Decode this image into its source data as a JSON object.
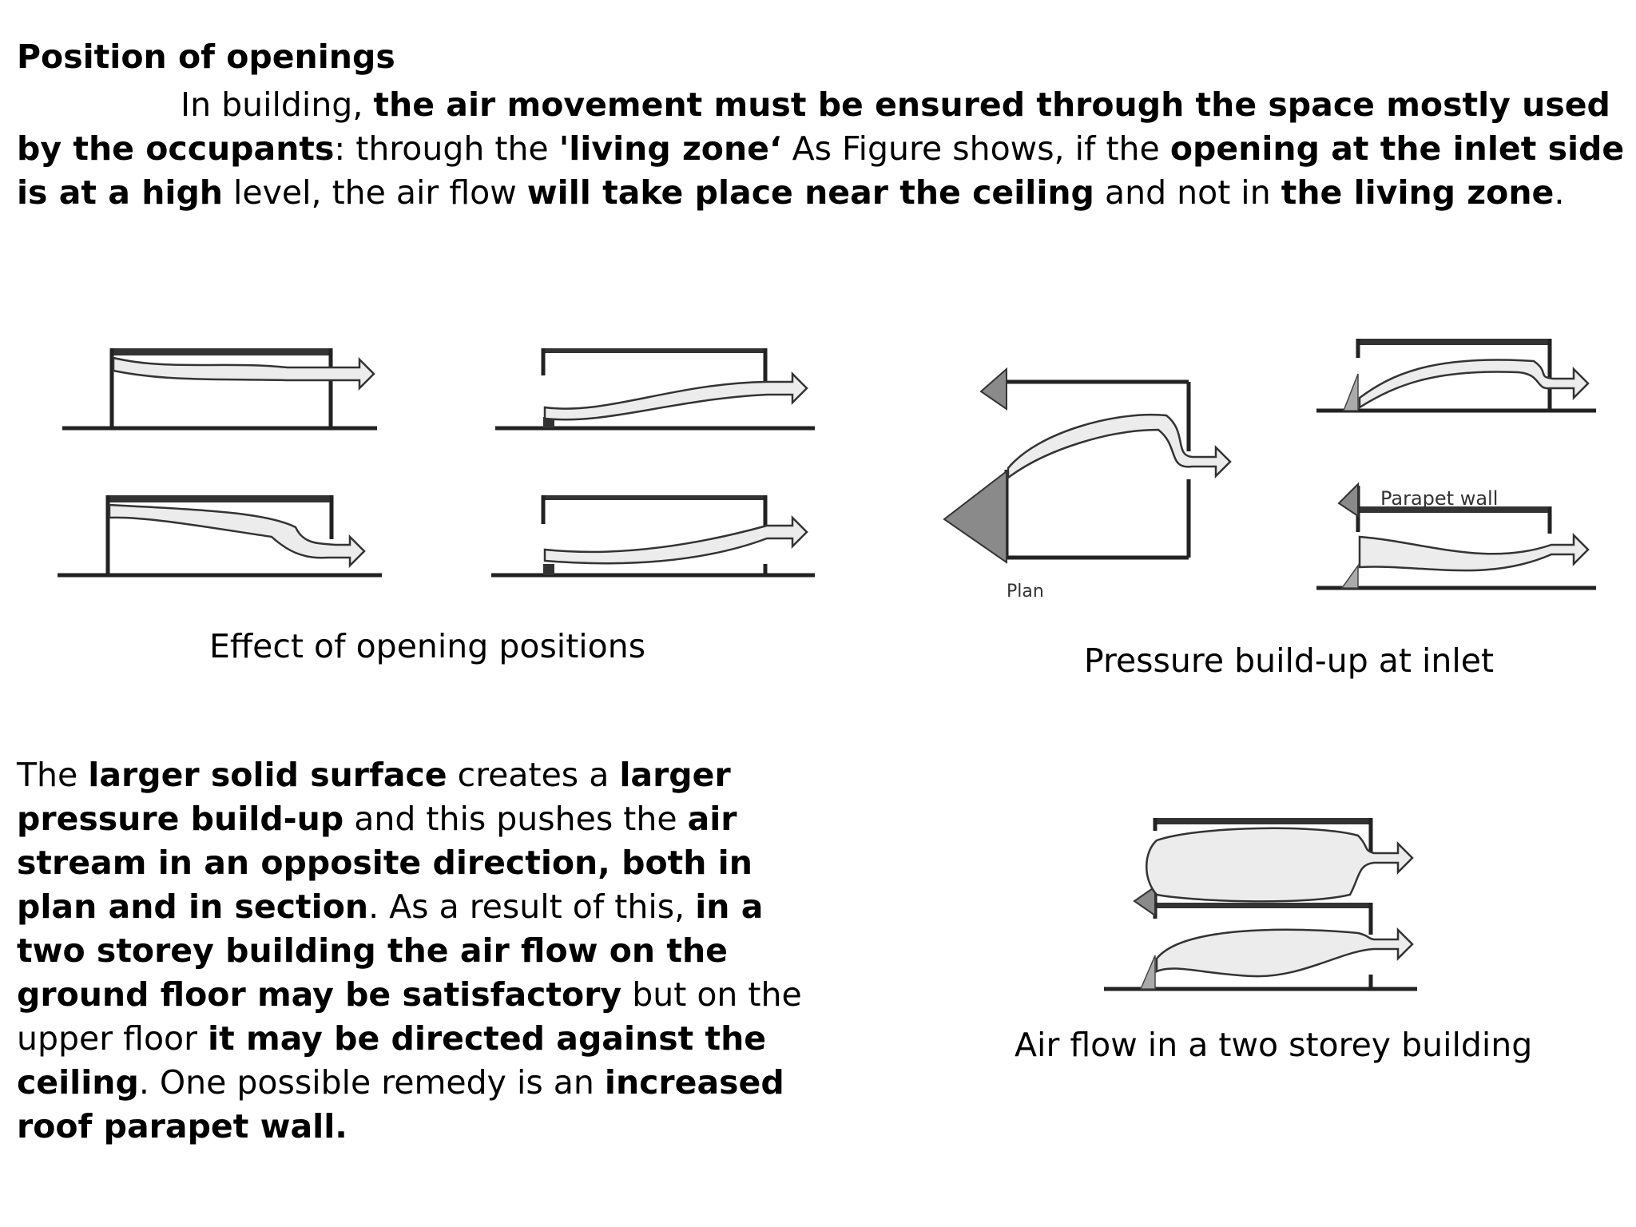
{
  "heading": "Position of openings",
  "intro": [
    {
      "t": "In building, ",
      "b": false
    },
    {
      "t": "the air movement must be ensured through the space mostly used by the occupants",
      "b": true
    },
    {
      "t": ": through the ",
      "b": false
    },
    {
      "t": "'living zone‘",
      "b": true
    },
    {
      "t": " As Figure shows, if the ",
      "b": false
    },
    {
      "t": "opening at the inlet side is at a high",
      "b": true
    },
    {
      "t": " level, the air flow ",
      "b": false
    },
    {
      "t": "will take place near the ceiling",
      "b": true
    },
    {
      "t": " and not in ",
      "b": false
    },
    {
      "t": "the living zone",
      "b": true
    },
    {
      "t": ".",
      "b": false
    }
  ],
  "figures": {
    "opening_positions": {
      "caption": "Effect of opening positions"
    },
    "pressure_buildup": {
      "caption": "Pressure build-up at inlet",
      "plan_label": "Plan",
      "parapet_label": "Parapet wall"
    },
    "two_storey": {
      "caption": "Air flow in a two storey building"
    }
  },
  "body": [
    {
      "t": "The ",
      "b": false
    },
    {
      "t": "larger solid surface",
      "b": true
    },
    {
      "t": " creates a ",
      "b": false
    },
    {
      "t": "larger pressure build-up",
      "b": true
    },
    {
      "t": " and this pushes the ",
      "b": false
    },
    {
      "t": "air stream in an opposite direction, both in plan and in section",
      "b": true
    },
    {
      "t": ". As a result of this, ",
      "b": false
    },
    {
      "t": "in a two storey building the air flow on the ground floor may be satisfactory",
      "b": true
    },
    {
      "t": " but on the upper floor ",
      "b": false
    },
    {
      "t": "it may be directed against the ceiling",
      "b": true
    },
    {
      "t": ". One possible remedy is an ",
      "b": false
    },
    {
      "t": "increased roof parapet wall.",
      "b": true
    }
  ]
}
